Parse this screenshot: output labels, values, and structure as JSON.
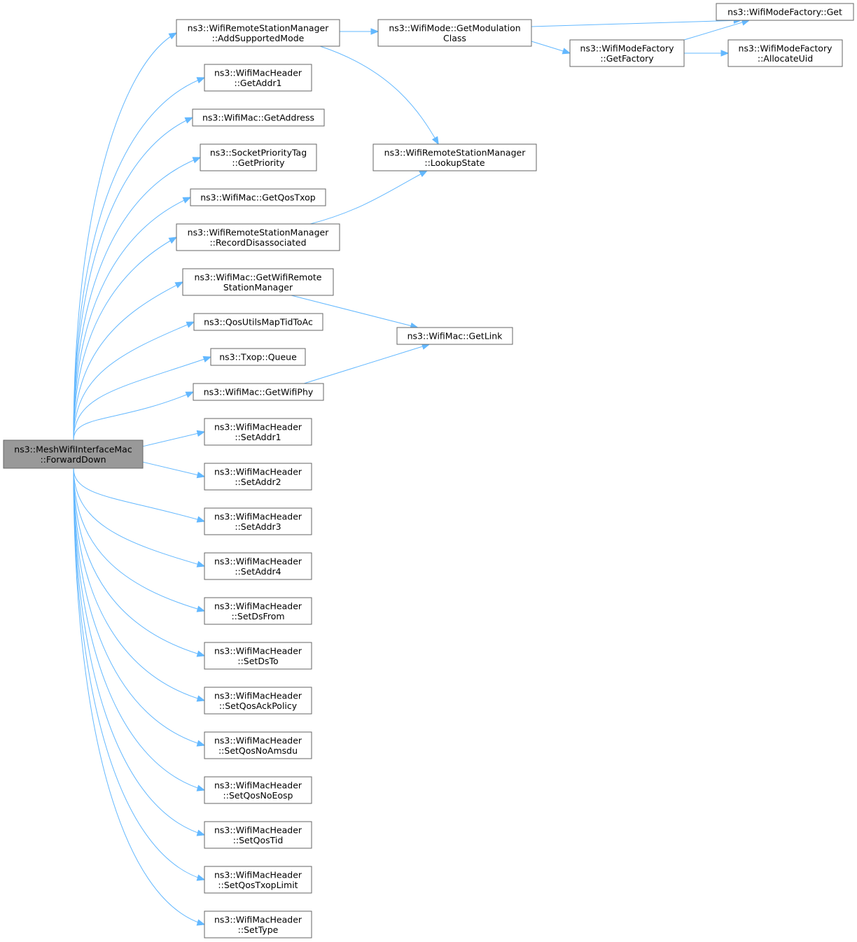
{
  "graph": {
    "colors": {
      "edge": "#63b8ff",
      "root_fill": "#999999",
      "node_border": "#666666",
      "node_fill": "#ffffff"
    },
    "nodes": {
      "root": [
        "ns3::MeshWifiInterfaceMac",
        "::ForwardDown"
      ],
      "addSupportedMode": [
        "ns3::WifiRemoteStationManager",
        "::AddSupportedMode"
      ],
      "getAddr1": [
        "ns3::WifiMacHeader",
        "::GetAddr1"
      ],
      "getAddress": [
        "ns3::WifiMac::GetAddress"
      ],
      "getPriority": [
        "ns3::SocketPriorityTag",
        "::GetPriority"
      ],
      "getQosTxop": [
        "ns3::WifiMac::GetQosTxop"
      ],
      "recordDisassociated": [
        "ns3::WifiRemoteStationManager",
        "::RecordDisassociated"
      ],
      "getWifiRemoteStationManager": [
        "ns3::WifiMac::GetWifiRemote",
        "StationManager"
      ],
      "qosUtilsMapTidToAc": [
        "ns3::QosUtilsMapTidToAc"
      ],
      "txopQueue": [
        "ns3::Txop::Queue"
      ],
      "getWifiPhy": [
        "ns3::WifiMac::GetWifiPhy"
      ],
      "setAddr1": [
        "ns3::WifiMacHeader",
        "::SetAddr1"
      ],
      "setAddr2": [
        "ns3::WifiMacHeader",
        "::SetAddr2"
      ],
      "setAddr3": [
        "ns3::WifiMacHeader",
        "::SetAddr3"
      ],
      "setAddr4": [
        "ns3::WifiMacHeader",
        "::SetAddr4"
      ],
      "setDsFrom": [
        "ns3::WifiMacHeader",
        "::SetDsFrom"
      ],
      "setDsTo": [
        "ns3::WifiMacHeader",
        "::SetDsTo"
      ],
      "setQosAckPolicy": [
        "ns3::WifiMacHeader",
        "::SetQosAckPolicy"
      ],
      "setQosNoAmsdu": [
        "ns3::WifiMacHeader",
        "::SetQosNoAmsdu"
      ],
      "setQosNoEosp": [
        "ns3::WifiMacHeader",
        "::SetQosNoEosp"
      ],
      "setQosTid": [
        "ns3::WifiMacHeader",
        "::SetQosTid"
      ],
      "setQosTxopLimit": [
        "ns3::WifiMacHeader",
        "::SetQosTxopLimit"
      ],
      "setType": [
        "ns3::WifiMacHeader",
        "::SetType"
      ],
      "getModulationClass": [
        "ns3::WifiMode::GetModulation",
        "Class"
      ],
      "lookupState": [
        "ns3::WifiRemoteStationManager",
        "::LookupState"
      ],
      "getLink": [
        "ns3::WifiMac::GetLink"
      ],
      "factoryGet": [
        "ns3::WifiModeFactory::Get"
      ],
      "getFactory": [
        "ns3::WifiModeFactory",
        "::GetFactory"
      ],
      "allocateUid": [
        "ns3::WifiModeFactory",
        "::AllocateUid"
      ]
    },
    "edges": [
      [
        "root",
        "addSupportedMode"
      ],
      [
        "root",
        "getAddr1"
      ],
      [
        "root",
        "getAddress"
      ],
      [
        "root",
        "getPriority"
      ],
      [
        "root",
        "getQosTxop"
      ],
      [
        "root",
        "recordDisassociated"
      ],
      [
        "root",
        "getWifiRemoteStationManager"
      ],
      [
        "root",
        "qosUtilsMapTidToAc"
      ],
      [
        "root",
        "txopQueue"
      ],
      [
        "root",
        "getWifiPhy"
      ],
      [
        "root",
        "setAddr1"
      ],
      [
        "root",
        "setAddr2"
      ],
      [
        "root",
        "setAddr3"
      ],
      [
        "root",
        "setAddr4"
      ],
      [
        "root",
        "setDsFrom"
      ],
      [
        "root",
        "setDsTo"
      ],
      [
        "root",
        "setQosAckPolicy"
      ],
      [
        "root",
        "setQosNoAmsdu"
      ],
      [
        "root",
        "setQosNoEosp"
      ],
      [
        "root",
        "setQosTid"
      ],
      [
        "root",
        "setQosTxopLimit"
      ],
      [
        "root",
        "setType"
      ],
      [
        "addSupportedMode",
        "getModulationClass"
      ],
      [
        "addSupportedMode",
        "lookupState"
      ],
      [
        "getModulationClass",
        "factoryGet"
      ],
      [
        "getModulationClass",
        "getFactory"
      ],
      [
        "getFactory",
        "factoryGet"
      ],
      [
        "getFactory",
        "allocateUid"
      ],
      [
        "recordDisassociated",
        "lookupState"
      ],
      [
        "getWifiRemoteStationManager",
        "getLink"
      ],
      [
        "getWifiPhy",
        "getLink"
      ]
    ]
  }
}
